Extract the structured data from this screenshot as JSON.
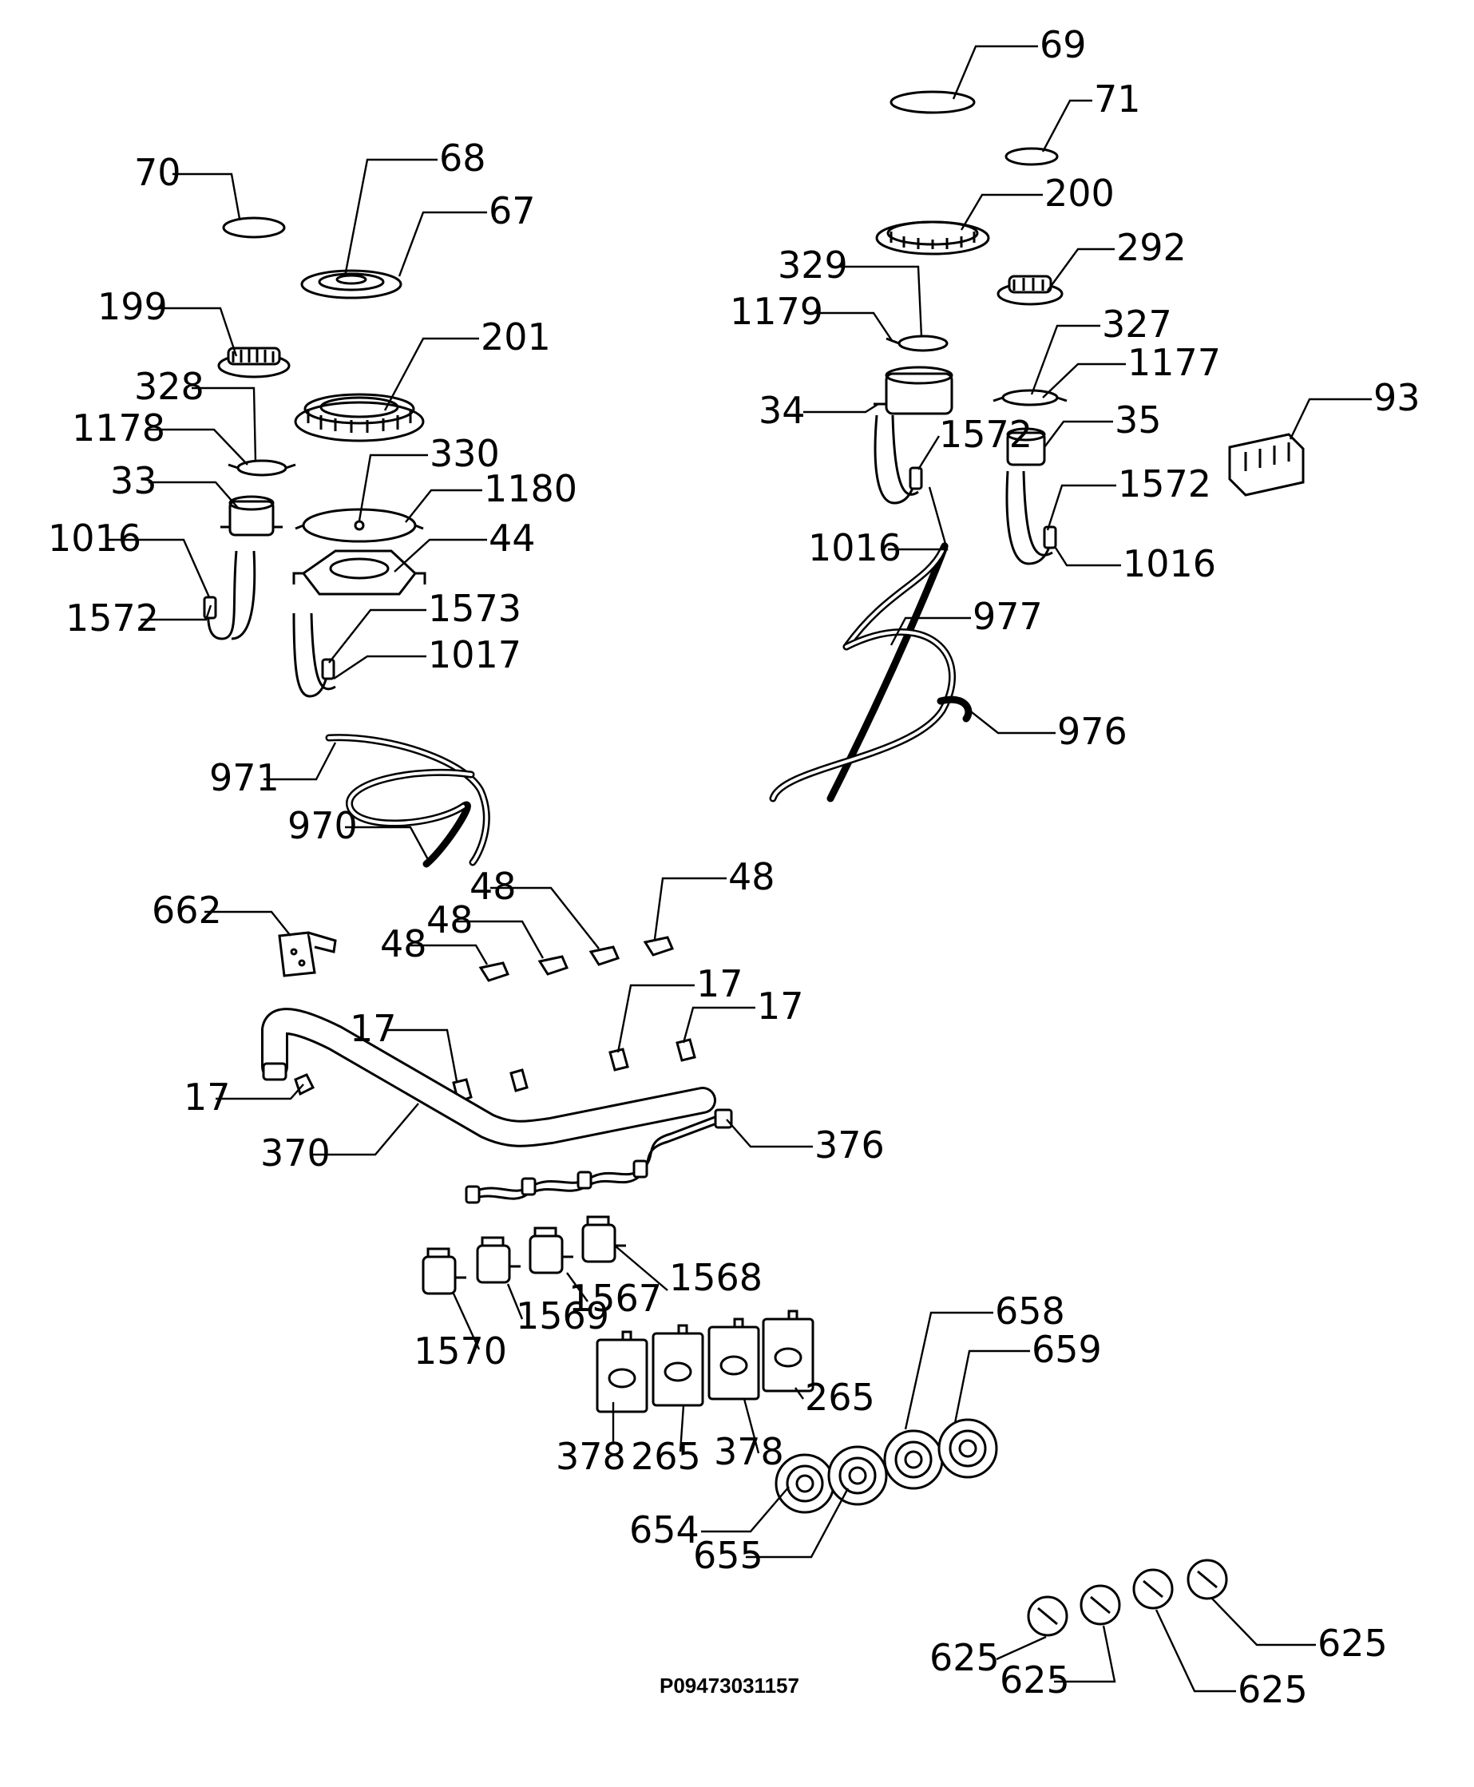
{
  "drawing_code": "P09473031157",
  "callouts": [
    {
      "id": "69",
      "text": "69"
    },
    {
      "id": "71",
      "text": "71"
    },
    {
      "id": "70",
      "text": "70"
    },
    {
      "id": "68",
      "text": "68"
    },
    {
      "id": "67",
      "text": "67"
    },
    {
      "id": "200",
      "text": "200"
    },
    {
      "id": "329",
      "text": "329"
    },
    {
      "id": "292",
      "text": "292"
    },
    {
      "id": "199",
      "text": "199"
    },
    {
      "id": "1179",
      "text": "1179"
    },
    {
      "id": "201",
      "text": "201"
    },
    {
      "id": "327",
      "text": "327"
    },
    {
      "id": "328",
      "text": "328"
    },
    {
      "id": "1177",
      "text": "1177"
    },
    {
      "id": "93",
      "text": "93"
    },
    {
      "id": "34",
      "text": "34"
    },
    {
      "id": "1178",
      "text": "1178"
    },
    {
      "id": "1572a",
      "text": "1572"
    },
    {
      "id": "35",
      "text": "35"
    },
    {
      "id": "330",
      "text": "330"
    },
    {
      "id": "33",
      "text": "33"
    },
    {
      "id": "1180",
      "text": "1180"
    },
    {
      "id": "1572b",
      "text": "1572"
    },
    {
      "id": "1016a",
      "text": "1016"
    },
    {
      "id": "44",
      "text": "44"
    },
    {
      "id": "1016b",
      "text": "1016"
    },
    {
      "id": "1016c",
      "text": "1016"
    },
    {
      "id": "1573",
      "text": "1573"
    },
    {
      "id": "1572c",
      "text": "1572"
    },
    {
      "id": "977",
      "text": "977"
    },
    {
      "id": "1017",
      "text": "1017"
    },
    {
      "id": "976",
      "text": "976"
    },
    {
      "id": "971",
      "text": "971"
    },
    {
      "id": "970",
      "text": "970"
    },
    {
      "id": "48a",
      "text": "48"
    },
    {
      "id": "48b",
      "text": "48"
    },
    {
      "id": "662",
      "text": "662"
    },
    {
      "id": "48c",
      "text": "48"
    },
    {
      "id": "48d",
      "text": "48"
    },
    {
      "id": "17a",
      "text": "17"
    },
    {
      "id": "17b",
      "text": "17"
    },
    {
      "id": "17c",
      "text": "17"
    },
    {
      "id": "17d",
      "text": "17"
    },
    {
      "id": "370",
      "text": "370"
    },
    {
      "id": "376",
      "text": "376"
    },
    {
      "id": "1568",
      "text": "1568"
    },
    {
      "id": "1567",
      "text": "1567"
    },
    {
      "id": "1569",
      "text": "1569"
    },
    {
      "id": "1570",
      "text": "1570"
    },
    {
      "id": "658",
      "text": "658"
    },
    {
      "id": "659",
      "text": "659"
    },
    {
      "id": "265a",
      "text": "265"
    },
    {
      "id": "378a",
      "text": "378"
    },
    {
      "id": "265b",
      "text": "265"
    },
    {
      "id": "378b",
      "text": "378"
    },
    {
      "id": "654",
      "text": "654"
    },
    {
      "id": "655",
      "text": "655"
    },
    {
      "id": "625a",
      "text": "625"
    },
    {
      "id": "625b",
      "text": "625"
    },
    {
      "id": "625c",
      "text": "625"
    },
    {
      "id": "625d",
      "text": "625"
    }
  ]
}
